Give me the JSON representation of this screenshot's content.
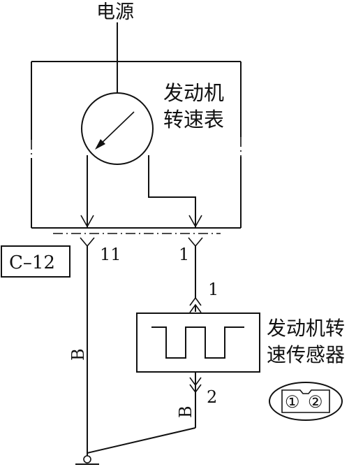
{
  "labels": {
    "power": "电源",
    "tachometer_line1": "发动机",
    "tachometer_line2": "转速表",
    "connector": "C–12",
    "pin_11": "11",
    "pin_1": "1",
    "sensor_pin_1": "1",
    "sensor_pin_2": "2",
    "sensor_line1": "发动机转",
    "sensor_line2": "速传感器",
    "wire_color_left": "B",
    "wire_color_right": "B",
    "plug_pin_1": "①",
    "plug_pin_2": "②"
  }
}
